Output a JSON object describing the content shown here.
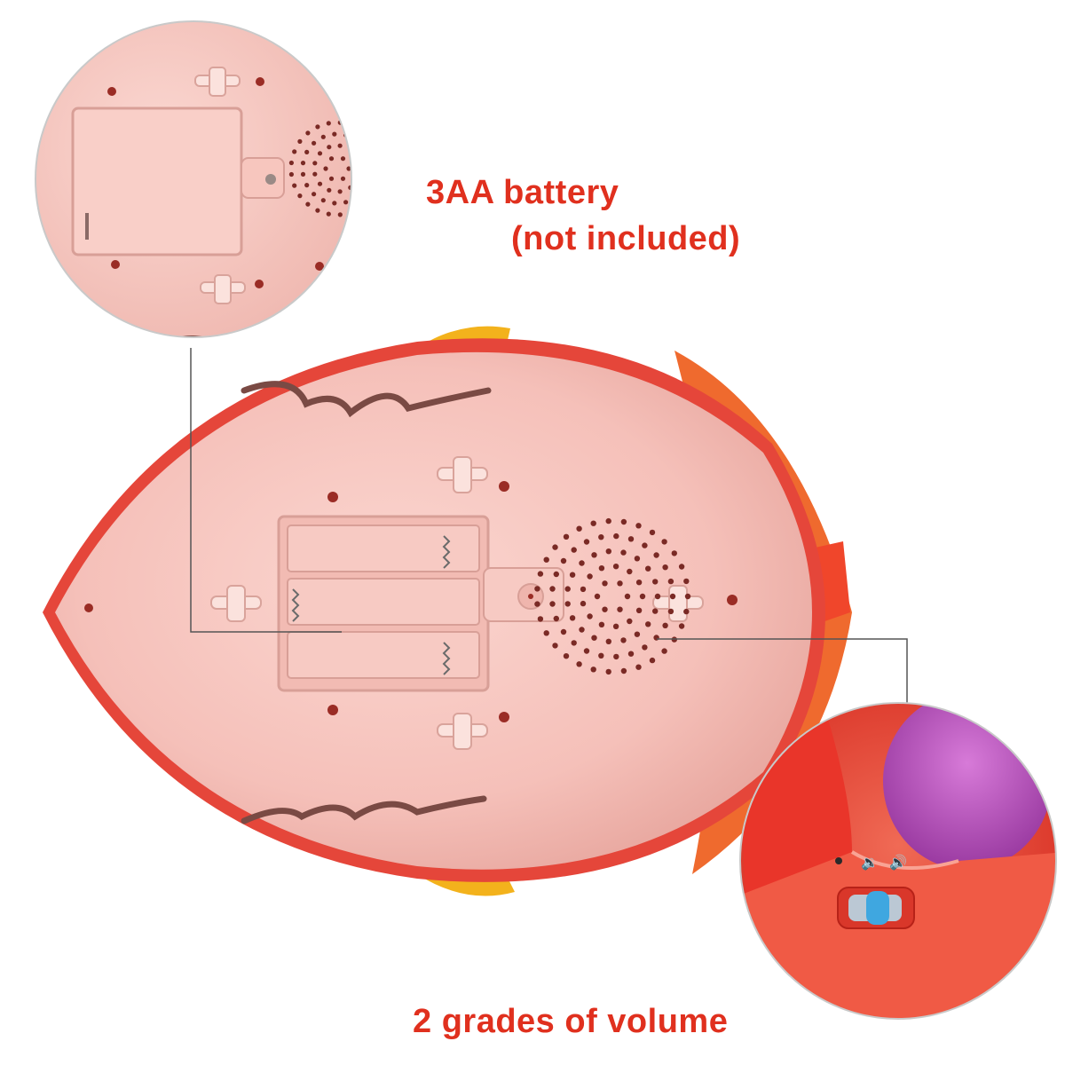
{
  "callouts": {
    "battery_line1": "3AA battery",
    "battery_line2": "(not included)",
    "volume": "2 grades of volume"
  },
  "colors": {
    "label_red": "#e0301e",
    "shell_pink": "#f6c3bd",
    "rim_red": "#e5463a",
    "switch_blue": "#3fa7e0"
  }
}
